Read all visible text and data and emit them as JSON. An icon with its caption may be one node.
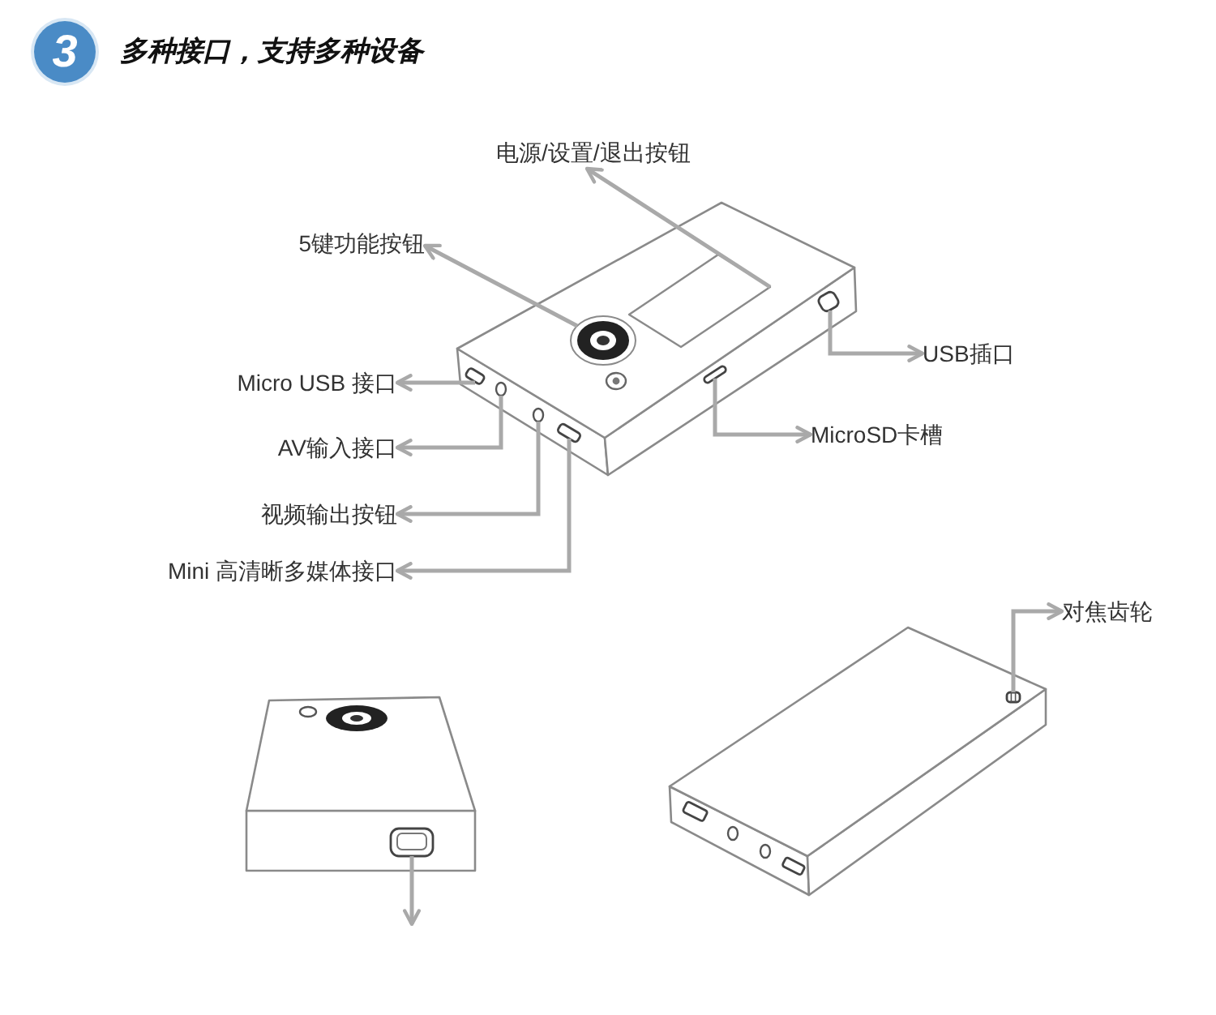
{
  "diagram": {
    "title": "多种接口，支持多种设备",
    "nodes": [
      {
        "text": [
          "3"
        ]
      },
      {
        "text": [
          "电源/设置/退出按钮"
        ]
      },
      {
        "text": [
          "5键功能按钮"
        ]
      },
      {
        "text": [
          "USB插口"
        ]
      },
      {
        "text": [
          "Micro USB 接口"
        ]
      },
      {
        "text": [
          "AV输入接口"
        ]
      },
      {
        "text": [
          "MicroSD卡槽"
        ]
      },
      {
        "text": [
          "视频输出按钮"
        ]
      },
      {
        "text": [
          "Mini 高清晰多媒体接口"
        ]
      },
      {
        "text": [
          "对焦齿轮"
        ]
      },
      {
        "text": [],
        "shape": "box"
      },
      {
        "text": [],
        "shape": "circle"
      },
      {
        "text": [],
        "shape": "box"
      },
      {
        "text": [],
        "shape": "box"
      },
      {
        "text": [],
        "shape": "circle"
      },
      {
        "text": [],
        "shape": "bar"
      },
      {
        "text": [],
        "shape": "circle"
      },
      {
        "text": [],
        "shape": "box"
      },
      {
        "text": [],
        "shape": "box"
      },
      {
        "text": [],
        "shape": "box"
      }
    ],
    "edges": [
      {
        "from": 10,
        "to": 1,
        "arrow": "to"
      },
      {
        "from": 11,
        "to": 2,
        "arrow": "to"
      },
      {
        "from": 12,
        "to": 3,
        "arrow": "to"
      },
      {
        "from": 13,
        "to": 4,
        "arrow": "to"
      },
      {
        "from": 14,
        "to": 5,
        "arrow": "to"
      },
      {
        "from": 15,
        "to": 6,
        "arrow": "to"
      },
      {
        "from": 16,
        "to": 7,
        "arrow": "to"
      },
      {
        "from": 17,
        "to": 8,
        "arrow": "to"
      },
      {
        "from": 18,
        "to": 9,
        "arrow": "to"
      },
      {
        "from": 19,
        "to": null,
        "arrow": "to"
      }
    ]
  }
}
